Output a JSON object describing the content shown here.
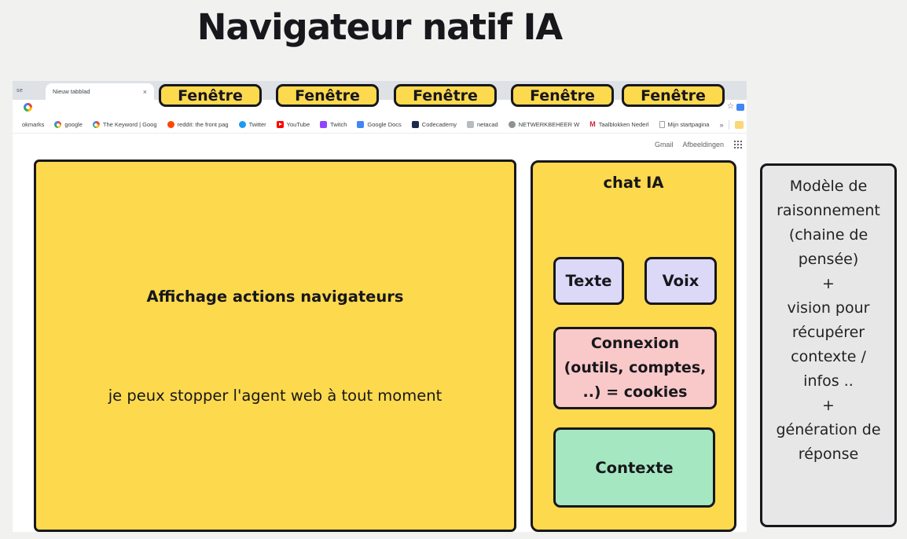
{
  "title": "Navigateur natif IA",
  "colors": {
    "yellow": "#fdd94e",
    "lavender": "#dcd8f8",
    "pink": "#f9c8c8",
    "green": "#a5e7c1",
    "gray_panel": "#e7e7e7",
    "outline": "#17171c"
  },
  "browser": {
    "left_tab_text": "se",
    "active_tab_title": "Nieuw tabblad",
    "close_glyph": "×",
    "star_glyph": "☆",
    "overflow_glyph": "»",
    "gmail_label": "Gmail",
    "images_label": "Afbeeldingen",
    "bookmarks": [
      {
        "label": "okmarks",
        "icon": "none"
      },
      {
        "label": "google",
        "icon": "google-g-icon"
      },
      {
        "label": "The Keyword | Goog",
        "icon": "google-g-icon"
      },
      {
        "label": "reddit: the front pag",
        "icon": "reddit-icon"
      },
      {
        "label": "Twitter",
        "icon": "twitter-icon"
      },
      {
        "label": "YouTube",
        "icon": "youtube-icon"
      },
      {
        "label": "Twitch",
        "icon": "twitch-icon"
      },
      {
        "label": "Google Docs",
        "icon": "google-docs-icon"
      },
      {
        "label": "Codecademy",
        "icon": "codecademy-icon"
      },
      {
        "label": "netacad",
        "icon": "netacad-icon"
      },
      {
        "label": "NETWERKBEHEER W",
        "icon": "globe-icon"
      },
      {
        "label": "Taalblokken Nederl",
        "icon": "taalblokken-m-icon",
        "glyph": "M"
      },
      {
        "label": "Mijn startpagina",
        "icon": "page-icon"
      }
    ]
  },
  "fenetres": [
    "Fenêtre",
    "Fenêtre",
    "Fenêtre",
    "Fenêtre",
    "Fenêtre"
  ],
  "main_box": {
    "title": "Affichage actions navigateurs",
    "note": "je peux stopper l'agent web à tout moment"
  },
  "chat": {
    "title": "chat IA",
    "texte": "Texte",
    "voix": "Voix",
    "connexion_lines": [
      "Connexion",
      "(outils, comptes,",
      "..) = cookies"
    ],
    "contexte": "Contexte"
  },
  "model_box": {
    "lines": [
      "Modèle de",
      "raisonnement",
      "(chaine de",
      "pensée)",
      "+",
      "vision pour",
      "récupérer",
      "contexte /",
      "infos ..",
      "+",
      "génération de",
      "réponse"
    ]
  }
}
